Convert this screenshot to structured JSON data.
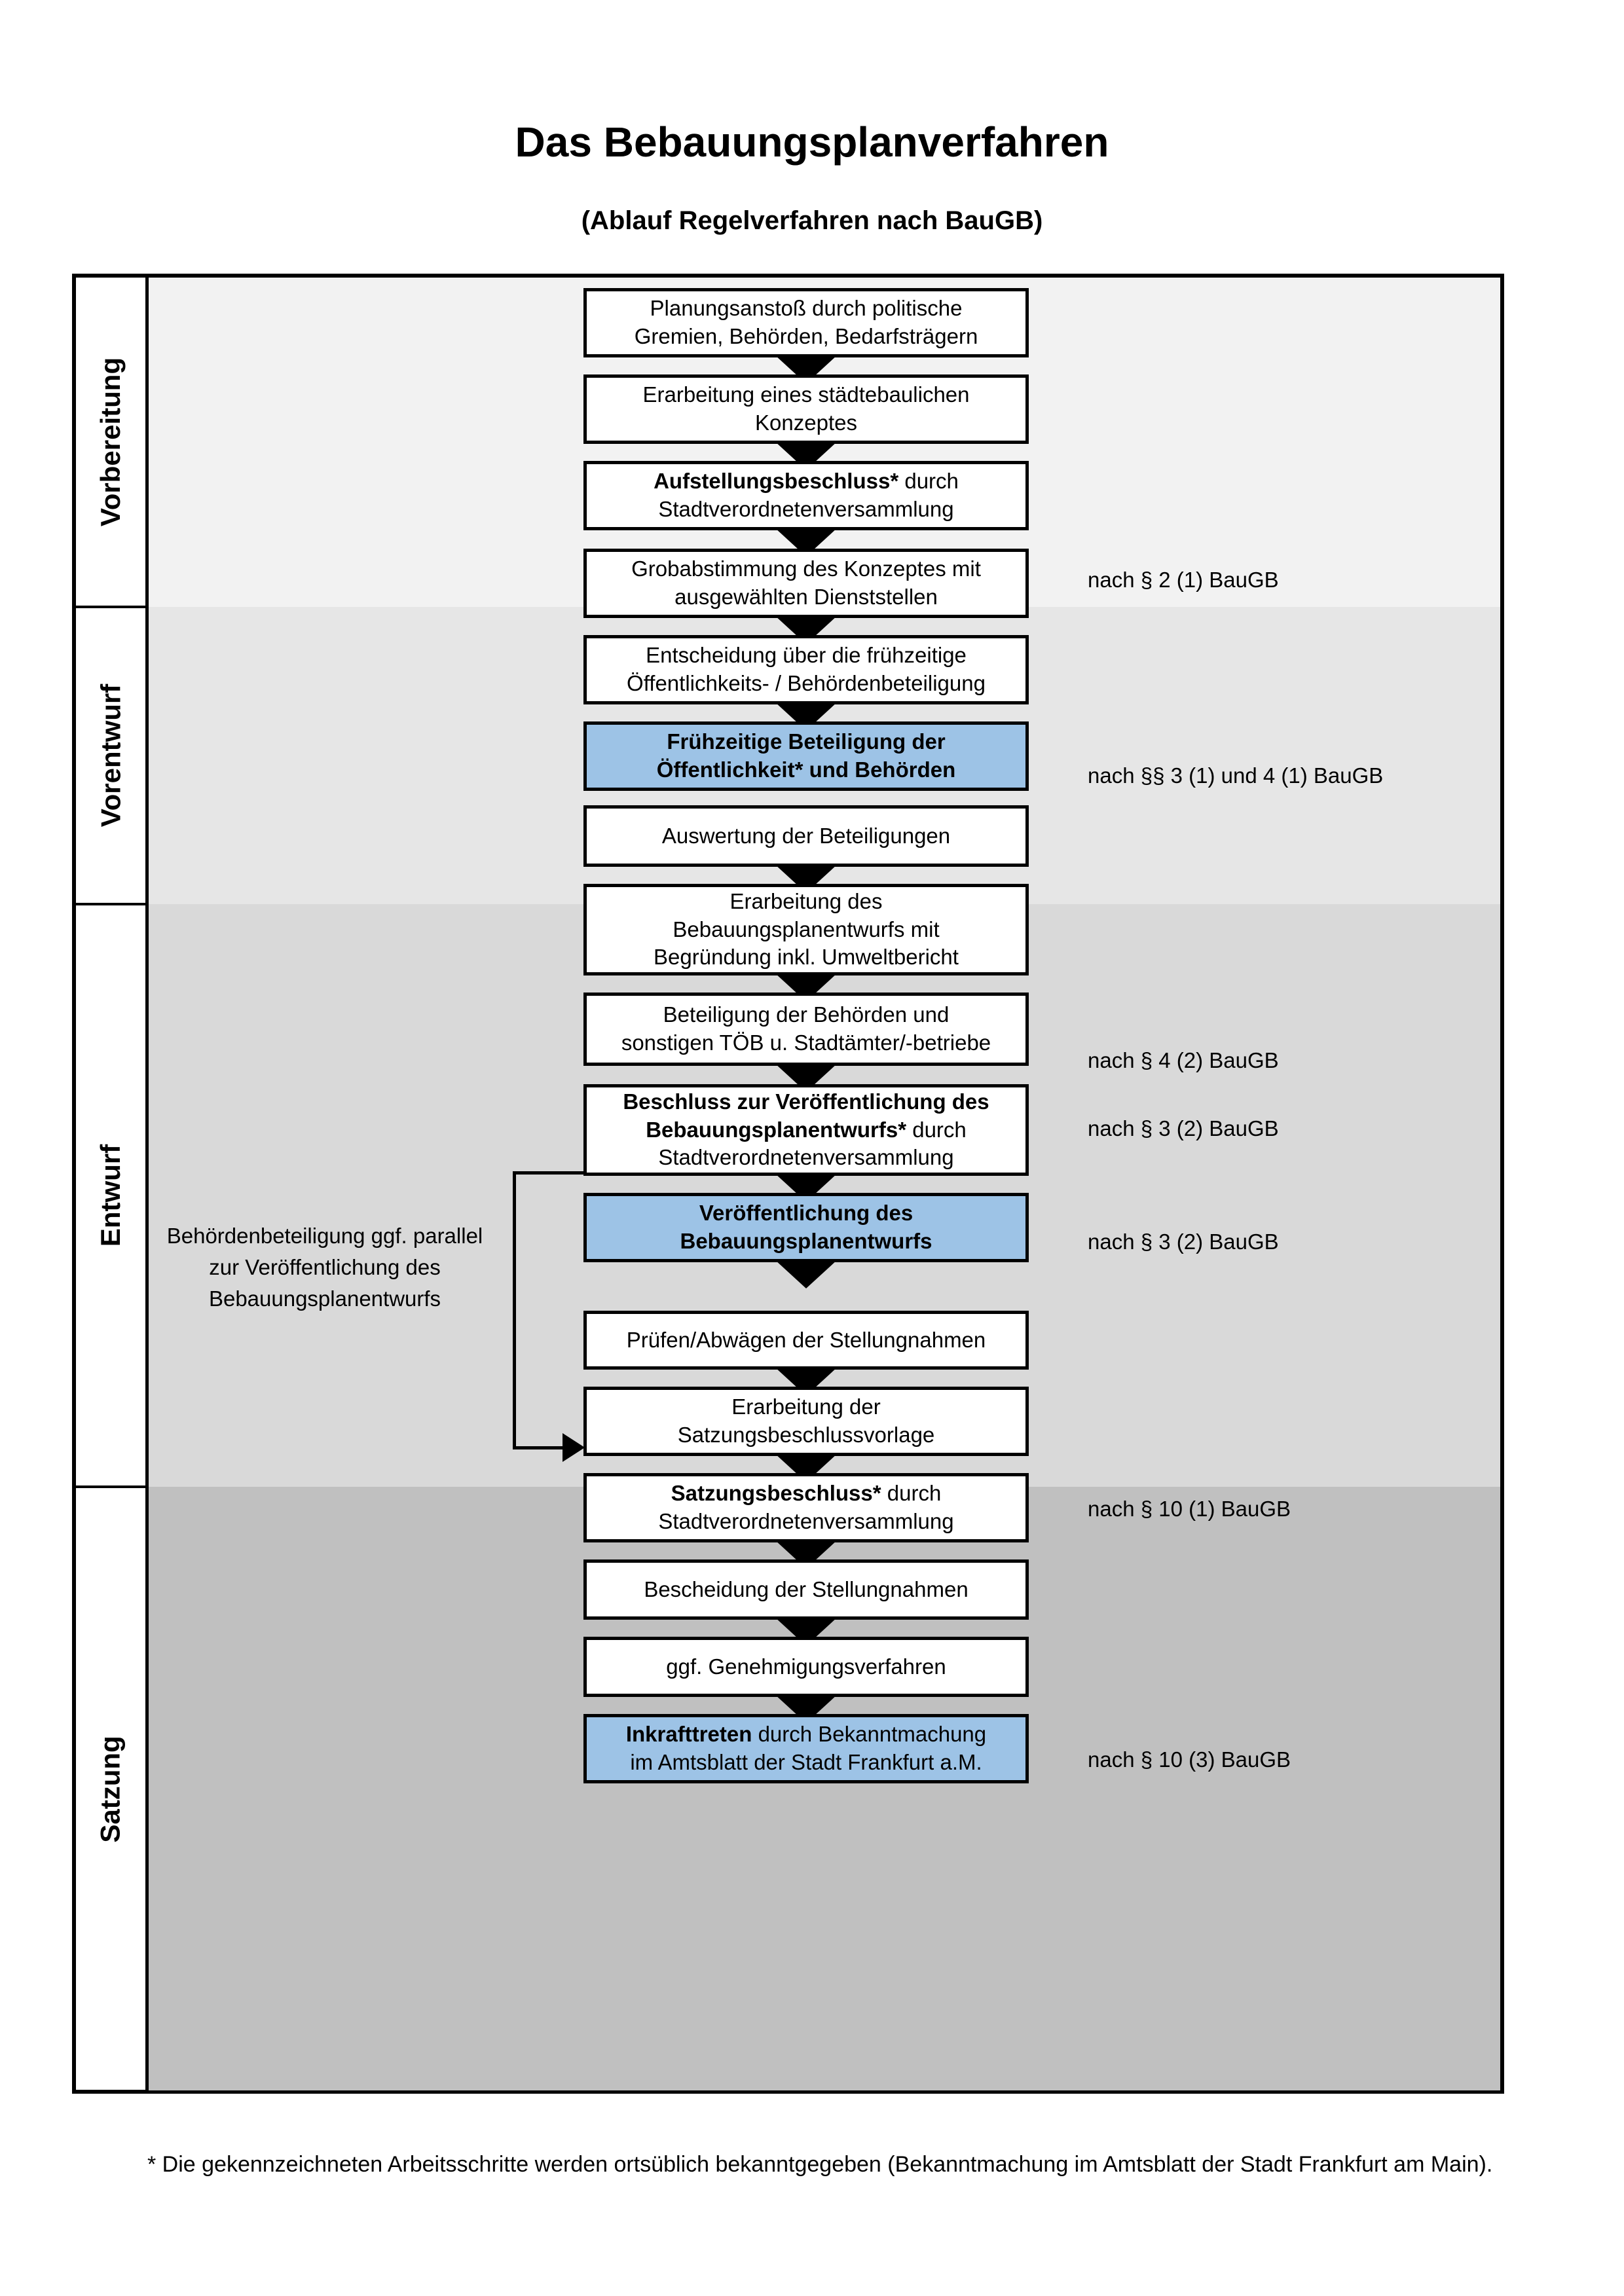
{
  "header": {
    "title": "Das Bebauungsplanverfahren",
    "subtitle": "(Ablauf Regelverfahren nach BauGB)"
  },
  "colors": {
    "highlight_blue": "#9DC3E6",
    "band_vorbereitung": "#F2F2F2",
    "band_vorentwurf": "#E6E6E6",
    "band_entwurf": "#D9D9D9",
    "band_satzung": "#C0C0C0",
    "box_border": "#000000",
    "box_fill": "#FFFFFF"
  },
  "phases": [
    {
      "id": "vorbereitung",
      "label": "Vorbereitung"
    },
    {
      "id": "vorentwurf",
      "label": "Vorentwurf"
    },
    {
      "id": "entwurf",
      "label": "Entwurf"
    },
    {
      "id": "satzung",
      "label": "Satzung"
    }
  ],
  "side_note": "Behördenbeteiligung ggf. parallel zur Veröffentlichung des Bebauungsplanentwurfs",
  "steps": [
    {
      "id": "planungsanstoss",
      "phase": "vorbereitung",
      "highlighted": false,
      "lines": [
        {
          "t": "Planungsanstoß durch politische",
          "b": false
        },
        {
          "t": "Gremien, Behörden, Bedarfsträgern",
          "b": false
        }
      ]
    },
    {
      "id": "staedtebauliches-konzept",
      "phase": "vorbereitung",
      "highlighted": false,
      "lines": [
        {
          "t": "Erarbeitung eines städtebaulichen",
          "b": false
        },
        {
          "t": "Konzeptes",
          "b": false
        }
      ]
    },
    {
      "id": "aufstellungsbeschluss",
      "phase": "vorbereitung",
      "highlighted": false,
      "lines": [
        {
          "t": "Aufstellungsbeschluss*",
          "b": true
        },
        {
          "t": " durch",
          "b": false
        },
        {
          "t": "|",
          "b": false
        },
        {
          "t": "Stadtverordnetenversammlung",
          "b": false
        }
      ]
    },
    {
      "id": "grobabstimmung",
      "phase": "vorentwurf",
      "highlighted": false,
      "lines": [
        {
          "t": "Grobabstimmung des Konzeptes mit",
          "b": false
        },
        {
          "t": "ausgewählten Dienststellen",
          "b": false
        }
      ]
    },
    {
      "id": "entscheidung-fruehzeitige-beteiligung",
      "phase": "vorentwurf",
      "highlighted": false,
      "lines": [
        {
          "t": "Entscheidung über die frühzeitige",
          "b": false
        },
        {
          "t": "Öffentlichkeits- / Behördenbeteiligung",
          "b": false
        }
      ]
    },
    {
      "id": "fruehzeitige-beteiligung",
      "phase": "vorentwurf",
      "highlighted": true,
      "lines": [
        {
          "t": "Frühzeitige Beteiligung der",
          "b": true
        },
        {
          "t": "Öffentlichkeit* und Behörden",
          "b": true
        }
      ]
    },
    {
      "id": "auswertung-beteiligungen",
      "phase": "entwurf",
      "highlighted": false,
      "lines": [
        {
          "t": "Auswertung der Beteiligungen",
          "b": false
        }
      ]
    },
    {
      "id": "erarbeitung-bplan-entwurf",
      "phase": "entwurf",
      "highlighted": false,
      "lines": [
        {
          "t": "Erarbeitung des",
          "b": false
        },
        {
          "t": "Bebauungsplanentwurfs mit",
          "b": false
        },
        {
          "t": "Begründung inkl. Umweltbericht",
          "b": false
        }
      ]
    },
    {
      "id": "beteiligung-behoerden-toeb",
      "phase": "entwurf",
      "highlighted": false,
      "lines": [
        {
          "t": "Beteiligung der Behörden und",
          "b": false
        },
        {
          "t": "sonstigen TÖB u. Stadtämter/-betriebe",
          "b": false
        }
      ]
    },
    {
      "id": "beschluss-veroeffentlichung",
      "phase": "entwurf",
      "highlighted": false,
      "lines": [
        {
          "t": "Beschluss zur Veröffentlichung des",
          "b": true
        },
        {
          "t": "|",
          "b": false
        },
        {
          "t": "Bebauungsplanentwurfs*",
          "b": true
        },
        {
          "t": " durch",
          "b": false
        },
        {
          "t": "|",
          "b": false
        },
        {
          "t": "Stadtverordnetenversammlung",
          "b": false
        }
      ]
    },
    {
      "id": "veroeffentlichung-bplan-entwurf",
      "phase": "entwurf",
      "highlighted": true,
      "lines": [
        {
          "t": "Veröffentlichung des",
          "b": true
        },
        {
          "t": "Bebauungsplanentwurfs",
          "b": true
        }
      ]
    },
    {
      "id": "pruefen-abwaegen",
      "phase": "satzung",
      "highlighted": false,
      "lines": [
        {
          "t": "Prüfen/Abwägen der Stellungnahmen",
          "b": false
        }
      ]
    },
    {
      "id": "erarbeitung-satzungsbeschlussvorlage",
      "phase": "satzung",
      "highlighted": false,
      "lines": [
        {
          "t": "Erarbeitung der",
          "b": false
        },
        {
          "t": "Satzungsbeschlussvorlage",
          "b": false
        }
      ]
    },
    {
      "id": "satzungsbeschluss",
      "phase": "satzung",
      "highlighted": false,
      "lines": [
        {
          "t": "Satzungsbeschluss*",
          "b": true
        },
        {
          "t": " durch",
          "b": false
        },
        {
          "t": "|",
          "b": false
        },
        {
          "t": "Stadtverordnetenversammlung",
          "b": false
        }
      ]
    },
    {
      "id": "bescheidung-stellungnahmen",
      "phase": "satzung",
      "highlighted": false,
      "lines": [
        {
          "t": "Bescheidung der Stellungnahmen",
          "b": false
        }
      ]
    },
    {
      "id": "genehmigungsverfahren",
      "phase": "satzung",
      "highlighted": false,
      "lines": [
        {
          "t": "ggf. Genehmigungsverfahren",
          "b": false
        }
      ]
    },
    {
      "id": "inkrafttreten",
      "phase": "satzung",
      "highlighted": true,
      "lines": [
        {
          "t": "Inkrafttreten",
          "b": true
        },
        {
          "t": " durch Bekanntmachung",
          "b": false
        },
        {
          "t": "|",
          "b": false
        },
        {
          "t": "im Amtsblatt der Stadt Frankfurt a.M.",
          "b": false
        }
      ]
    }
  ],
  "legal_refs": [
    {
      "id": "ref-aufstellungsbeschluss",
      "text": "nach § 2 (1) BauGB"
    },
    {
      "id": "ref-fruehzeitige-beteiligung",
      "text": "nach §§ 3 (1) und 4 (1) BauGB"
    },
    {
      "id": "ref-behoerdenbeteiligung",
      "text": "nach § 4 (2) BauGB"
    },
    {
      "id": "ref-beschluss-veroeff",
      "text": "nach § 3 (2) BauGB"
    },
    {
      "id": "ref-veroeffentlichung",
      "text": "nach § 3 (2) BauGB"
    },
    {
      "id": "ref-satzungsbeschluss",
      "text": "nach § 10 (1) BauGB"
    },
    {
      "id": "ref-inkrafttreten",
      "text": "nach § 10 (3) BauGB"
    }
  ],
  "footnote": "* Die gekennzeichneten Arbeitsschritte werden ortsüblich bekanntgegeben (Bekanntmachung im Amtsblatt  der Stadt Frankfurt am Main)."
}
